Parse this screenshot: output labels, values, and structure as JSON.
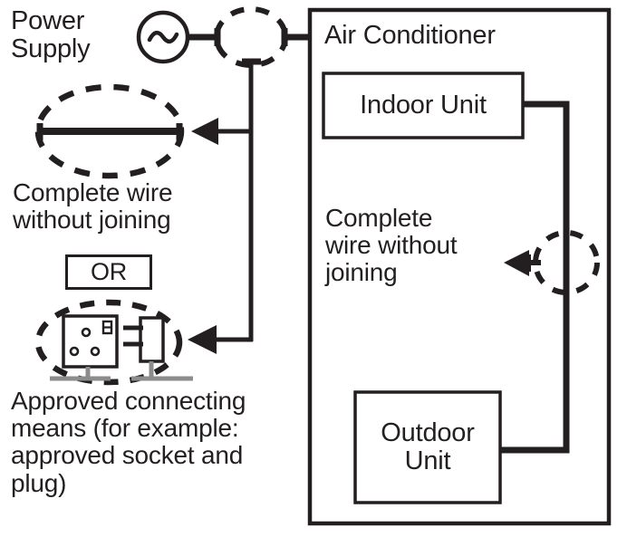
{
  "diagram": {
    "title": "Air Conditioner power supply connection diagram",
    "colors": {
      "ink": "#231f20",
      "gray": "#8c8c8c",
      "background": "#ffffff"
    },
    "labels": {
      "power_supply": "Power\nSupply",
      "complete_wire_left": "Complete wire\nwithout joining",
      "or": "OR",
      "approved_means": "Approved connecting\nmeans (for example:\napproved socket and\nplug)",
      "air_conditioner": "Air Conditioner",
      "indoor_unit": "Indoor Unit",
      "complete_wire_right": "Complete\nwire without\njoining",
      "outdoor_unit": "Outdoor\nUnit"
    },
    "nodes": {
      "ac_source": {
        "name": "AC power source symbol",
        "shape": "circle-with-sine"
      },
      "supply_highlight": {
        "name": "supply connection highlight",
        "shape": "dashed-ellipse"
      },
      "wire_highlight": {
        "name": "continuous wire highlight",
        "shape": "dashed-ellipse"
      },
      "socket_plug_highlight": {
        "name": "socket and plug highlight",
        "shape": "dashed-ellipse"
      },
      "interconnect_highlight": {
        "name": "indoor-outdoor wire highlight",
        "shape": "dashed-ellipse"
      }
    },
    "callouts": [
      {
        "name": "arrow-to-complete-wire",
        "direction": "left"
      },
      {
        "name": "arrow-to-socket-plug",
        "direction": "left"
      },
      {
        "name": "arrow-to-interconnect-wire",
        "direction": "left"
      }
    ]
  }
}
